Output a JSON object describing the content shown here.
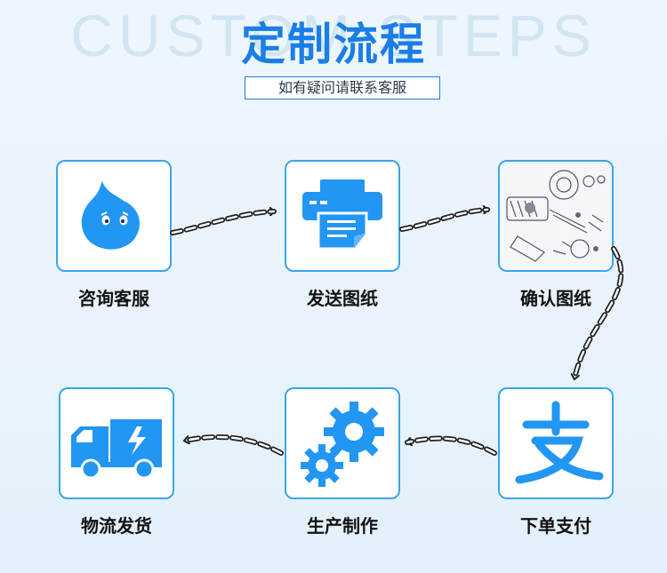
{
  "header": {
    "bg_text": "CUSTOM STEPS",
    "title": "定制流程",
    "subtitle": "如有疑问请联系客服"
  },
  "steps": [
    {
      "label": "咨询客服",
      "icon": "chat-bubble-icon"
    },
    {
      "label": "发送图纸",
      "icon": "printer-icon"
    },
    {
      "label": "确认图纸",
      "icon": "blueprint-drawing-icon"
    },
    {
      "label": "下单支付",
      "icon": "alipay-icon"
    },
    {
      "label": "生产制作",
      "icon": "gears-icon"
    },
    {
      "label": "物流发货",
      "icon": "delivery-truck-icon"
    }
  ],
  "colors": {
    "accent": "#1a7ee6",
    "box_border": "#39a5ec",
    "icon_blue": "#2196f3"
  }
}
